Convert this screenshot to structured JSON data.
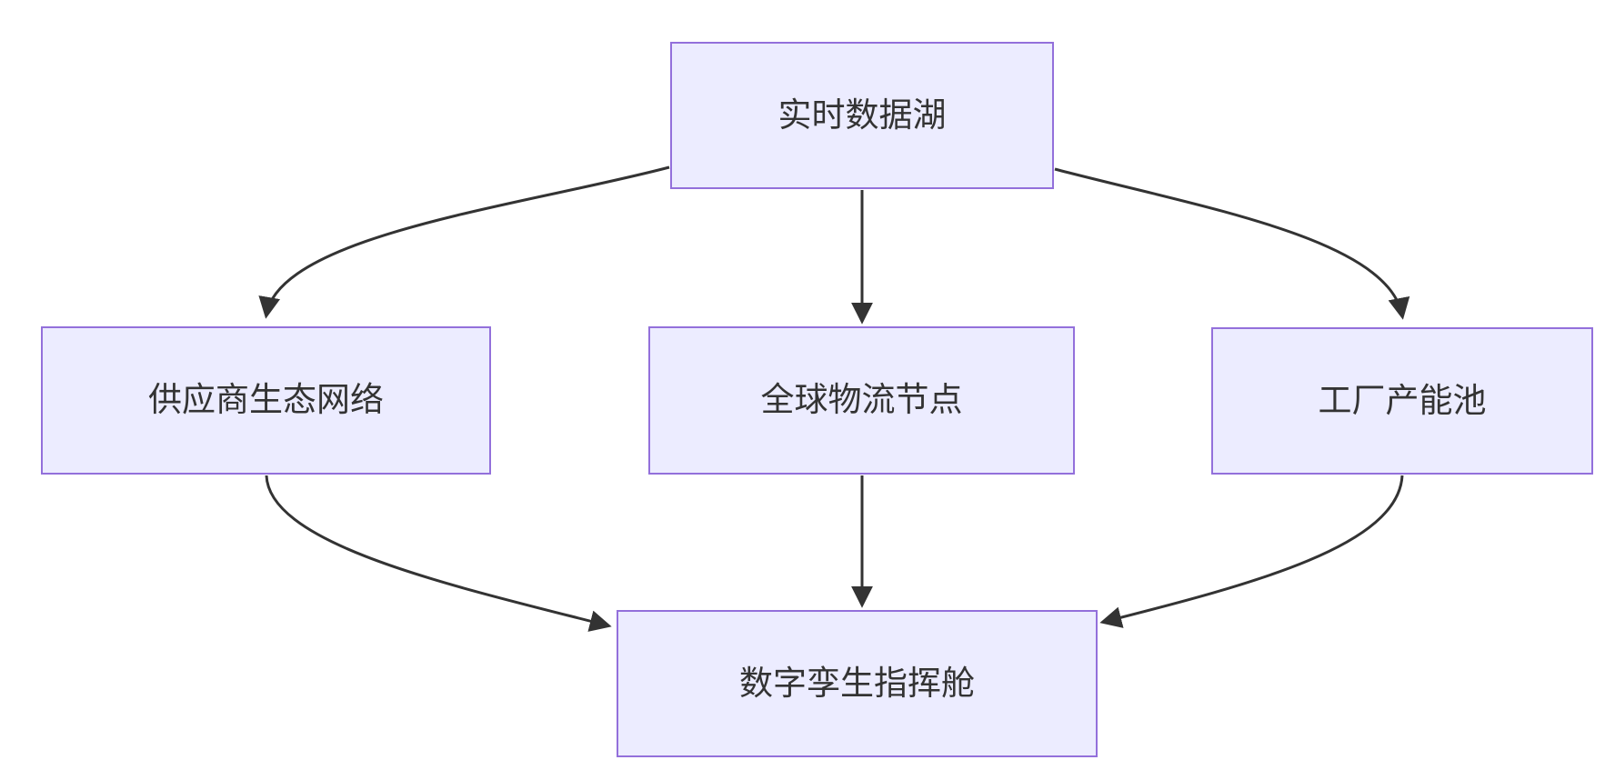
{
  "diagram": {
    "type": "flowchart",
    "direction": "top-down",
    "nodes": {
      "lake": {
        "label": "实时数据湖"
      },
      "supplier": {
        "label": "供应商生态网络"
      },
      "logistics": {
        "label": "全球物流节点"
      },
      "factory": {
        "label": "工厂产能池"
      },
      "twin": {
        "label": "数字孪生指挥舱"
      }
    },
    "edges": [
      {
        "from": "实时数据湖",
        "to": "供应商生态网络",
        "arrow": "filled-triangle"
      },
      {
        "from": "实时数据湖",
        "to": "全球物流节点",
        "arrow": "filled-triangle"
      },
      {
        "from": "实时数据湖",
        "to": "工厂产能池",
        "arrow": "filled-triangle"
      },
      {
        "from": "供应商生态网络",
        "to": "数字孪生指挥舱",
        "arrow": "filled-triangle"
      },
      {
        "from": "全球物流节点",
        "to": "数字孪生指挥舱",
        "arrow": "filled-triangle"
      },
      {
        "from": "工厂产能池",
        "to": "数字孪生指挥舱",
        "arrow": "filled-triangle"
      }
    ],
    "colors": {
      "node_fill": "#ECECFF",
      "node_border": "#9370DB",
      "edge_line": "#333333",
      "label_text": "#333333",
      "canvas_background": "#FFFFFF"
    }
  }
}
